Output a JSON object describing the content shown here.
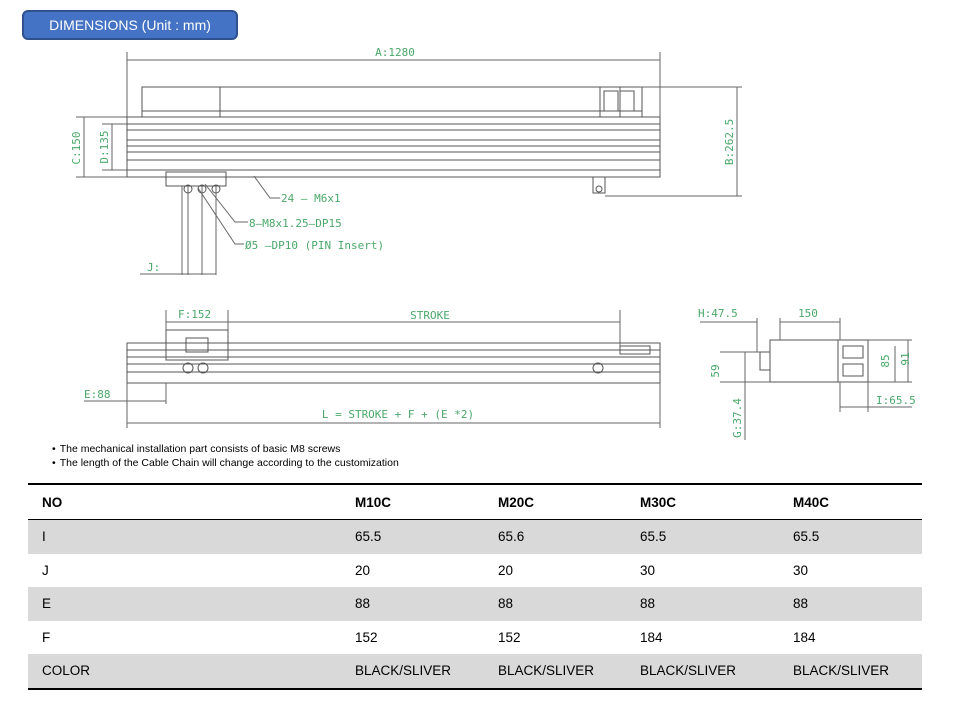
{
  "header": {
    "title": "DIMENSIONS (Unit : mm)"
  },
  "drawing": {
    "labels": {
      "a": "A:1280",
      "b": "B:262.5",
      "c": "C:150",
      "d": "D:135",
      "taps24": "24 – M6x1",
      "taps8": "8–M8x1.25–DP15",
      "pin": "Ø5 –DP10 (PIN Insert)",
      "j": "J:",
      "f": "F:152",
      "stroke": "STROKE",
      "e": "E:88",
      "formula": "L = STROKE + F + (E *2)",
      "h": "H:47.5",
      "w150": "150",
      "d59": "59",
      "d85": "85",
      "d91": "91",
      "g": "G:37.4",
      "i": "I:65.5"
    }
  },
  "notes": [
    "The mechanical installation part consists of basic M8 screws",
    "The length of the Cable Chain will change according to the customization"
  ],
  "table": {
    "headers": [
      "NO",
      "M10C",
      "M20C",
      "M30C",
      "M40C"
    ],
    "rows": [
      [
        "I",
        "65.5",
        "65.6",
        "65.5",
        "65.5"
      ],
      [
        "J",
        "20",
        "20",
        "30",
        "30"
      ],
      [
        "E",
        "88",
        "88",
        "88",
        "88"
      ],
      [
        "F",
        "152",
        "152",
        "184",
        "184"
      ],
      [
        "COLOR",
        "BLACK/SLIVER",
        "BLACK/SLIVER",
        "BLACK/SLIVER",
        "BLACK/SLIVER"
      ]
    ]
  }
}
